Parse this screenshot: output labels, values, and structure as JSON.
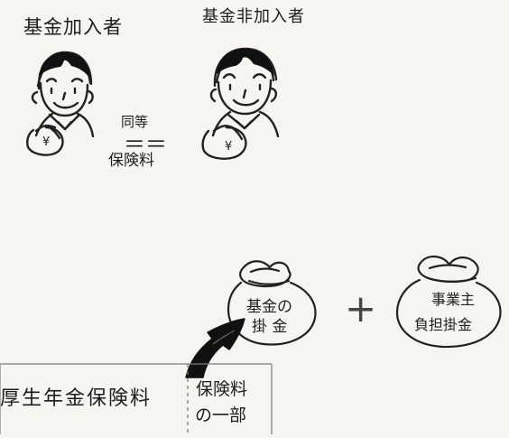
{
  "diagram": {
    "top": {
      "left_title": "基金加入者",
      "right_title": "基金非加入者",
      "equal_label_top": "同等",
      "equal_mark": "＝＝",
      "equal_label_bottom": "保険料",
      "yen_left": "¥",
      "yen_right": "¥"
    },
    "bottom": {
      "left_bag_line_1": "基金の",
      "left_bag_line_2": "掛 金",
      "plus": "+",
      "right_bag_line_1": "事業主",
      "right_bag_line_2": "負担掛金",
      "insurance_label": "厚生年金保険料",
      "portion_line_1": "保険料",
      "portion_line_2": "の一部"
    }
  }
}
